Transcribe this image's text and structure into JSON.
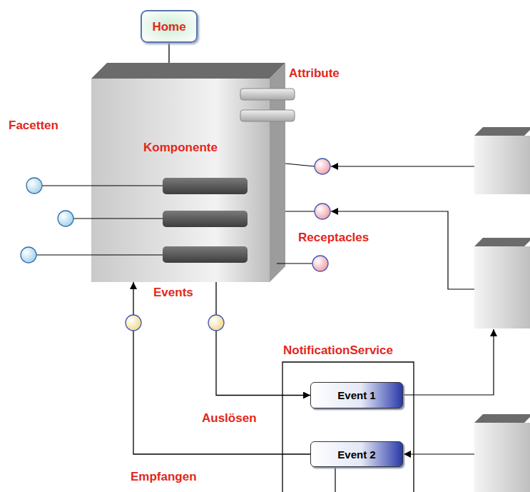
{
  "diagram": {
    "nodes": [
      {
        "text": [
          "Home"
        ]
      },
      {
        "text": [
          "Komponente"
        ]
      },
      {
        "text": [
          "NotificationService"
        ]
      },
      {
        "text": [
          "Event 1"
        ],
        "in": 2
      },
      {
        "text": [
          "Event 2"
        ],
        "in": 2
      }
    ],
    "edges": [
      {
        "from": 0,
        "to": 1,
        "arrow": "none"
      },
      {
        "from": 1,
        "to": 3,
        "arrow": "to",
        "label": "Auslösen"
      },
      {
        "from": 4,
        "to": 1,
        "arrow": "to",
        "label": "Empfangen"
      }
    ],
    "labels": [
      "Attribute",
      "Facetten",
      "Receptacles",
      "Events"
    ]
  }
}
